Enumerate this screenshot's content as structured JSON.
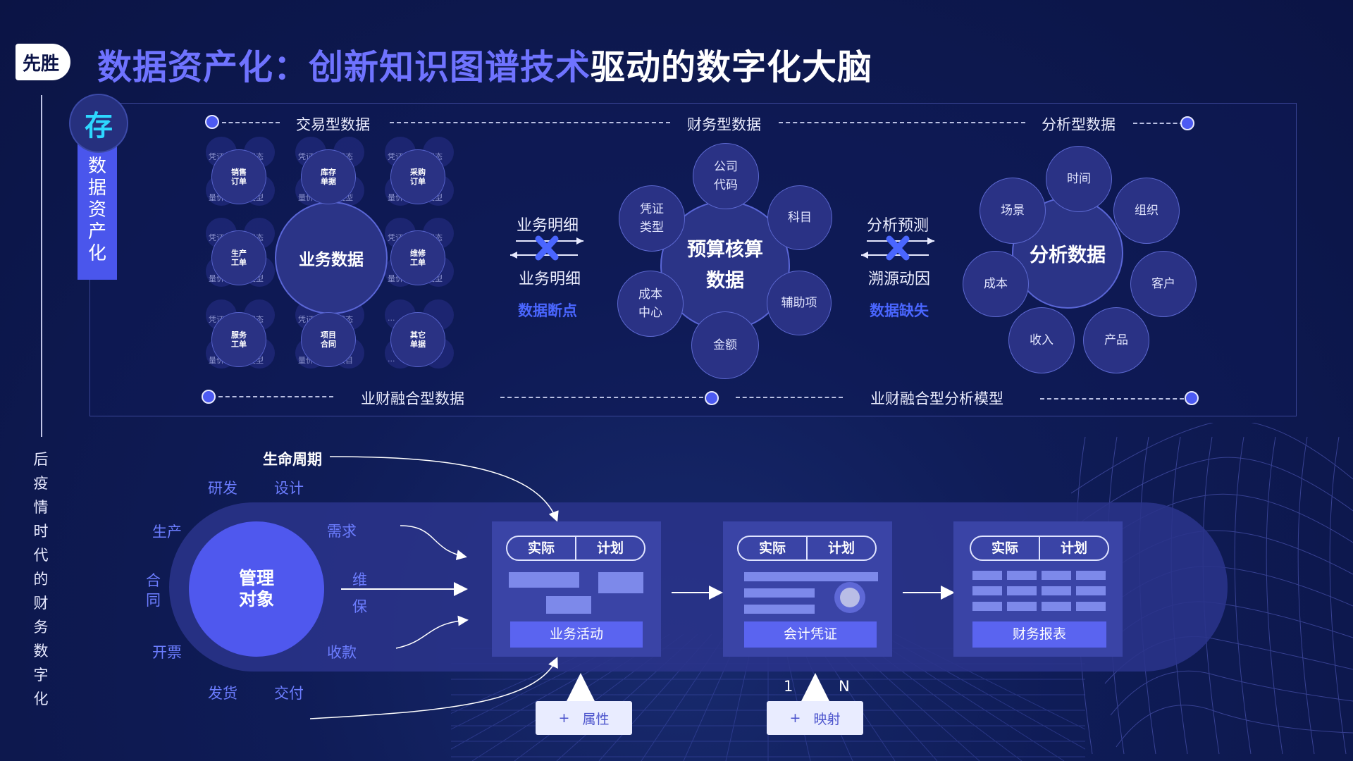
{
  "brand": {
    "logo_text": "先胜"
  },
  "title": {
    "highlight": "数据资产化：创新知识图谱技术",
    "rest": "驱动的数字化大脑"
  },
  "side_vertical_text": [
    "后",
    "疫",
    "情",
    "时",
    "代",
    "的",
    "财",
    "务",
    "数",
    "字",
    "化"
  ],
  "store": {
    "icon_char": "存",
    "label_chars": [
      "数",
      "据",
      "资",
      "产",
      "化"
    ]
  },
  "top_headers": {
    "transaction": "交易型数据",
    "finance": "财务型数据",
    "analysis": "分析型数据"
  },
  "bottom_headers": {
    "fusion_data": "业财融合型数据",
    "fusion_model": "业财融合型分析模型"
  },
  "business_data": {
    "center": "业务数据",
    "nodes": [
      {
        "line1": "销售",
        "line2": "订单"
      },
      {
        "line1": "库存",
        "line2": "单据"
      },
      {
        "line1": "采购",
        "line2": "订单"
      },
      {
        "line1": "生产",
        "line2": "工单"
      },
      {
        "line1": "维修",
        "line2": "工单"
      },
      {
        "line1": "服务",
        "line2": "工单"
      },
      {
        "line1": "项目",
        "line2": "合同"
      },
      {
        "line1": "其它",
        "line2": "单据"
      }
    ],
    "ghosts": {
      "tl": "凭证",
      "tr": "状态",
      "bl": "量价",
      "br": "类型",
      "br_alt": "项目",
      "dots": "..."
    }
  },
  "budget": {
    "center_line1": "预算核算",
    "center_line2": "数据",
    "nodes": [
      {
        "line1": "公司",
        "line2": "代码"
      },
      {
        "line1": "科目",
        "line2": ""
      },
      {
        "line1": "辅助项",
        "line2": ""
      },
      {
        "line1": "金额",
        "line2": ""
      },
      {
        "line1": "成本",
        "line2": "中心"
      },
      {
        "line1": "凭证",
        "line2": "类型"
      }
    ]
  },
  "analysis": {
    "center": "分析数据",
    "nodes": [
      "时间",
      "组织",
      "客户",
      "产品",
      "收入",
      "成本",
      "场景"
    ]
  },
  "link_left": {
    "top": "业务明细",
    "bottom": "业务明细",
    "status": "数据断点"
  },
  "link_right": {
    "top": "分析预测",
    "bottom": "溯源动因",
    "status": "数据缺失"
  },
  "lifecycle": {
    "title": "生命周期",
    "center_line1": "管理",
    "center_line2": "对象",
    "items": {
      "research": "研发",
      "design": "设计",
      "production": "生产",
      "contract_1": "合",
      "contract_2": "同",
      "invoice": "开票",
      "ship": "发货",
      "deliver": "交付",
      "demand": "需求",
      "maintain_1": "维",
      "maintain_2": "保",
      "collect": "收款"
    }
  },
  "cards": [
    {
      "actual": "实际",
      "plan": "计划",
      "button": "业务活动"
    },
    {
      "actual": "实际",
      "plan": "计划",
      "button": "会计凭证"
    },
    {
      "actual": "实际",
      "plan": "计划",
      "button": "财务报表"
    }
  ],
  "attr_button": {
    "plus": "+",
    "label": "属性"
  },
  "map_button": {
    "plus": "+",
    "label": "映射"
  },
  "mapping": {
    "one": "1",
    "n": "N"
  },
  "colors": {
    "accent": "#4f58ee",
    "highlight": "#6f73ff",
    "status_blue": "#4a66ff",
    "background": "#0f1c57"
  }
}
